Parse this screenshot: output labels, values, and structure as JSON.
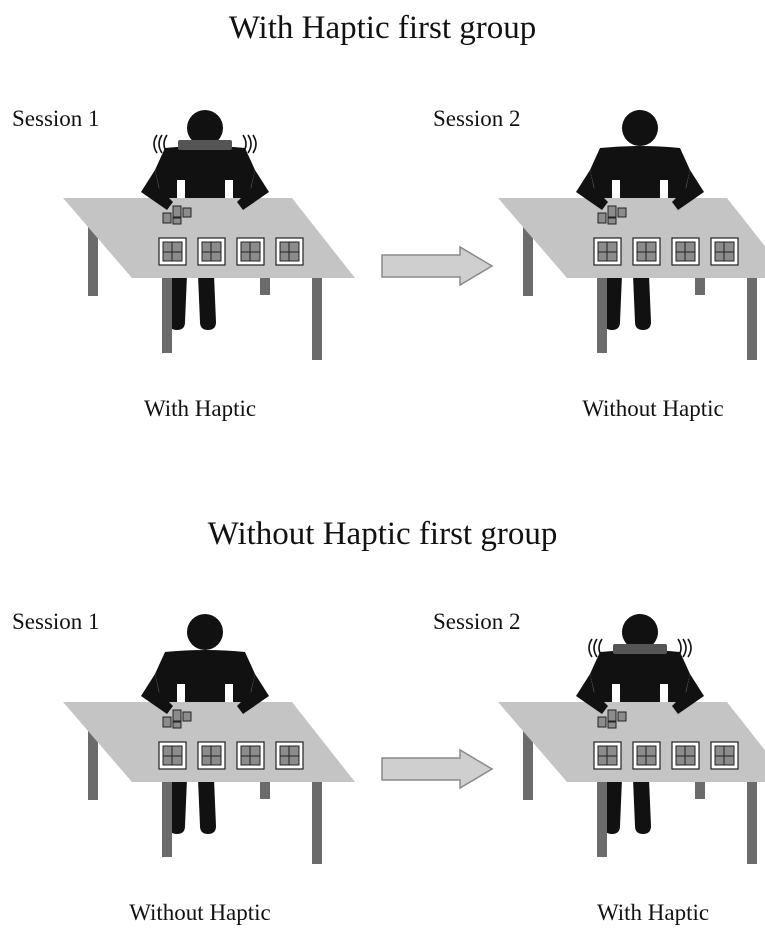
{
  "groups": [
    {
      "title": "With Haptic first group",
      "sessions": [
        {
          "label": "Session 1",
          "condition": "With Haptic",
          "haptic": true
        },
        {
          "label": "Session 2",
          "condition": "Without Haptic",
          "haptic": false
        }
      ]
    },
    {
      "title": "Without Haptic first group",
      "sessions": [
        {
          "label": "Session 1",
          "condition": "Without Haptic",
          "haptic": false
        },
        {
          "label": "Session 2",
          "condition": "With Haptic",
          "haptic": true
        }
      ]
    }
  ],
  "colors": {
    "figure": "#111111",
    "table_top": "#c4c4c4",
    "table_leg": "#6b6b6b",
    "arrow_fill": "#cfcfcf",
    "arrow_stroke": "#8a8a8a",
    "haptic_band": "#555555",
    "block": "#8c8c8c"
  },
  "icons": {
    "arrow": "right-arrow-icon",
    "person": "person-icon",
    "vibration": "vibration-icon"
  }
}
